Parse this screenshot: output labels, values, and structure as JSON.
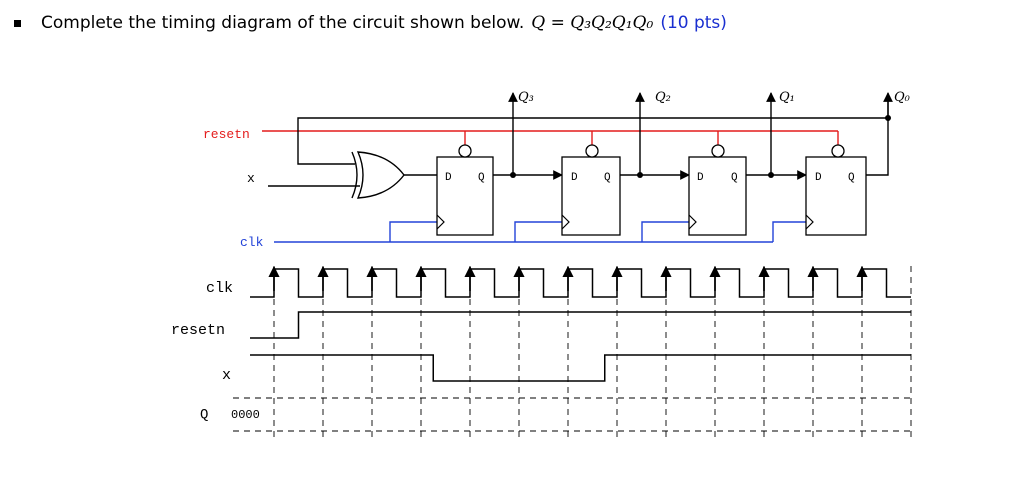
{
  "question": {
    "text": "Complete the timing diagram of the circuit shown below.",
    "formula_lhs": "Q",
    "formula_eq": " = ",
    "formula_rhs": "Q₃Q₂Q₁Q₀",
    "points": "(10 pts)"
  },
  "colors": {
    "reset": "#e41c1c",
    "clock": "#2343d8",
    "wire": "#000000",
    "points": "#1a2fd0"
  },
  "circuit": {
    "inputs": {
      "reset": "resetn",
      "x": "x",
      "clock": "clk"
    },
    "outputs": [
      "Q₃",
      "Q₂",
      "Q₁",
      "Q₀"
    ],
    "flipflops": [
      {
        "d": "D",
        "q": "Q"
      },
      {
        "d": "D",
        "q": "Q"
      },
      {
        "d": "D",
        "q": "Q"
      },
      {
        "d": "D",
        "q": "Q"
      }
    ],
    "gate": "XOR",
    "symbols": {
      "reset-bubble": "inverting-bubble",
      "clock-input": "clock-triangle",
      "output-arrow": "arrow-up-icon",
      "data-arrow": "arrow-right-icon"
    }
  },
  "timing": {
    "signals": [
      {
        "name": "clk",
        "kind": "clock",
        "periods": 13
      },
      {
        "name": "resetn",
        "kind": "digital",
        "initial": 0,
        "changes_to": 1,
        "at_period": 0.5
      },
      {
        "name": "x",
        "kind": "digital",
        "initial": 1,
        "levels_by_half_period": [
          1,
          1,
          1,
          1,
          1,
          1,
          1,
          0,
          0,
          0,
          0,
          0,
          0,
          0,
          1,
          1,
          1,
          1,
          1,
          1,
          1,
          1,
          1,
          1,
          1,
          1,
          1
        ]
      },
      {
        "name": "Q",
        "kind": "bus",
        "initial_value": "0000"
      }
    ]
  }
}
